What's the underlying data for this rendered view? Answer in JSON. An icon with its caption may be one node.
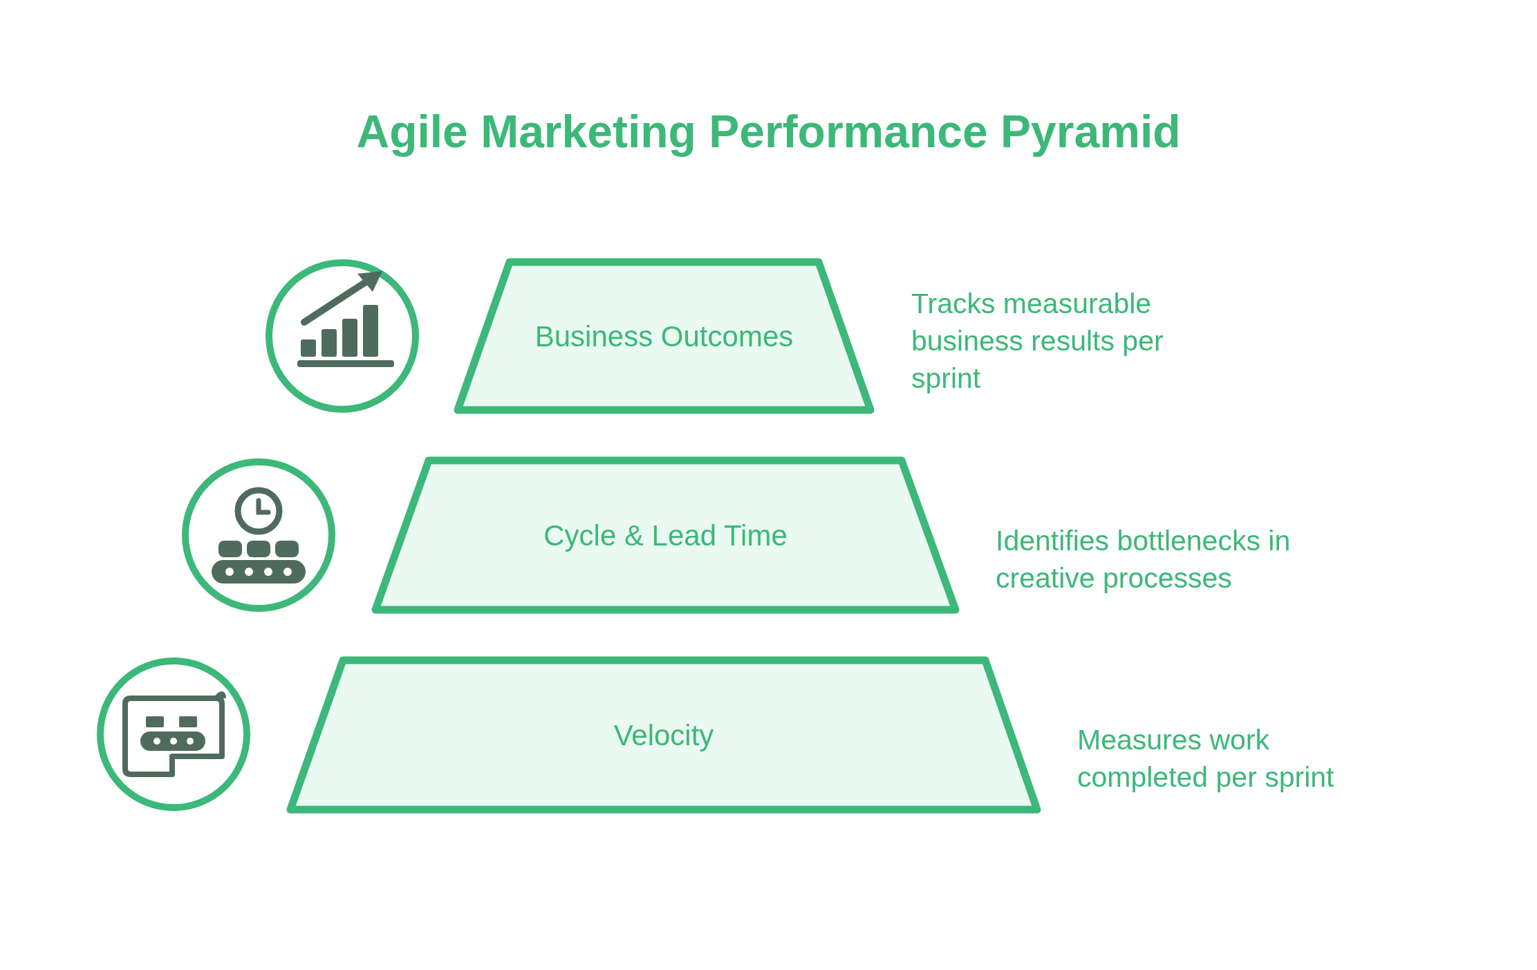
{
  "diagram": {
    "title": "Agile Marketing Performance Pyramid",
    "nodes": [
      {
        "text": [
          "Business Outcomes"
        ],
        "beside": [
          "Tracks measurable business results per sprint"
        ]
      },
      {
        "text": [
          "Cycle & Lead Time"
        ],
        "beside": [
          "Identifies bottlenecks in creative processes"
        ]
      },
      {
        "text": [
          "Velocity"
        ],
        "beside": [
          "Measures work completed per sprint"
        ]
      }
    ]
  }
}
